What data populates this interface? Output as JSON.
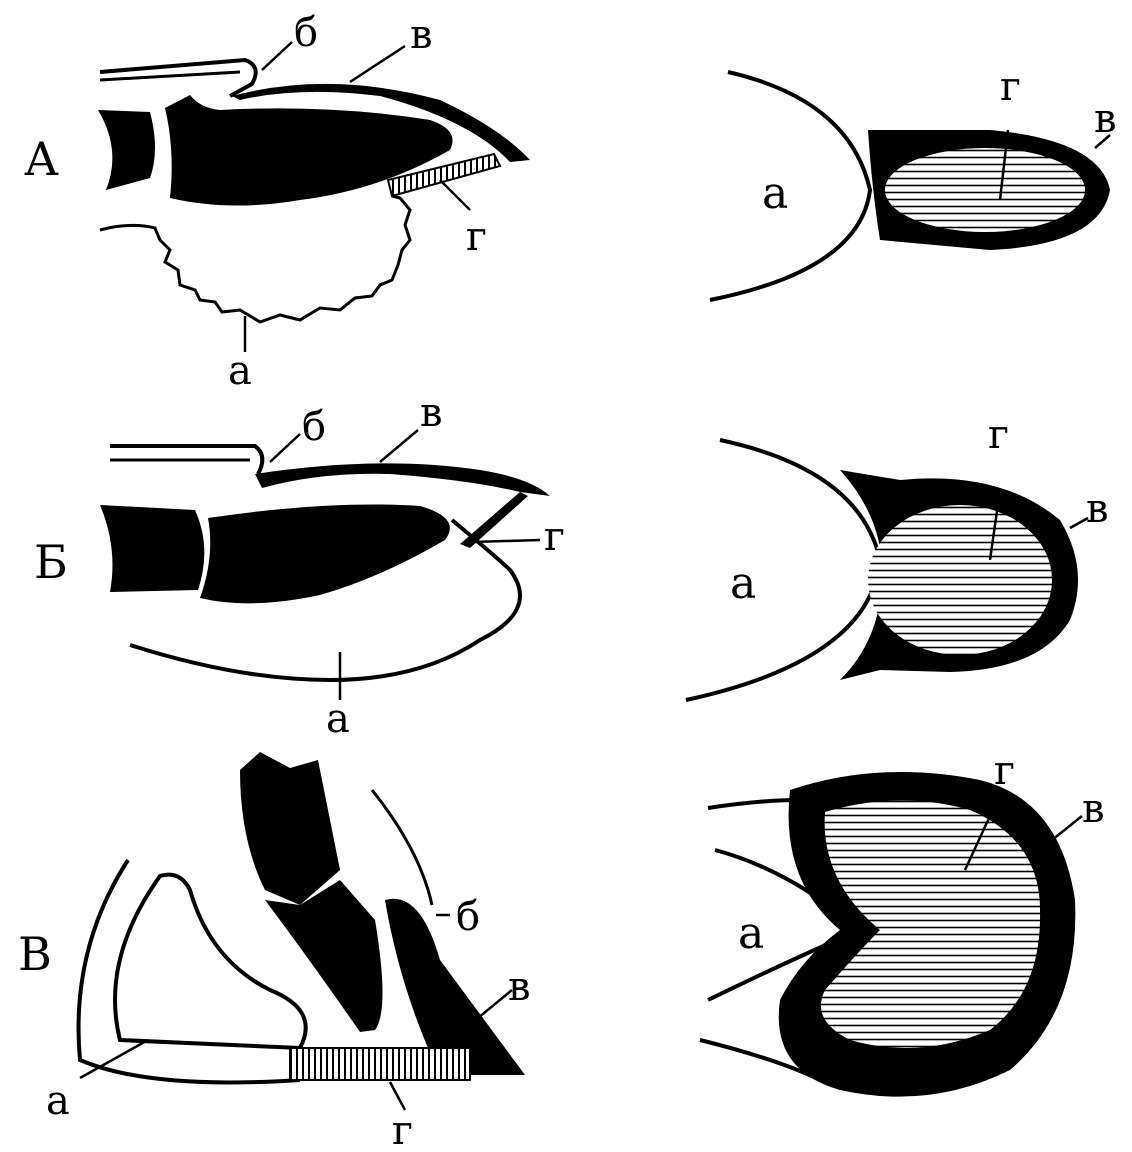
{
  "row_labels": {
    "a": "А",
    "b": "Б",
    "c": "В"
  },
  "parts": {
    "a": "а",
    "b": "б",
    "v": "в",
    "g": "г"
  },
  "colors": {
    "ink": "#000000",
    "paper": "#ffffff"
  }
}
